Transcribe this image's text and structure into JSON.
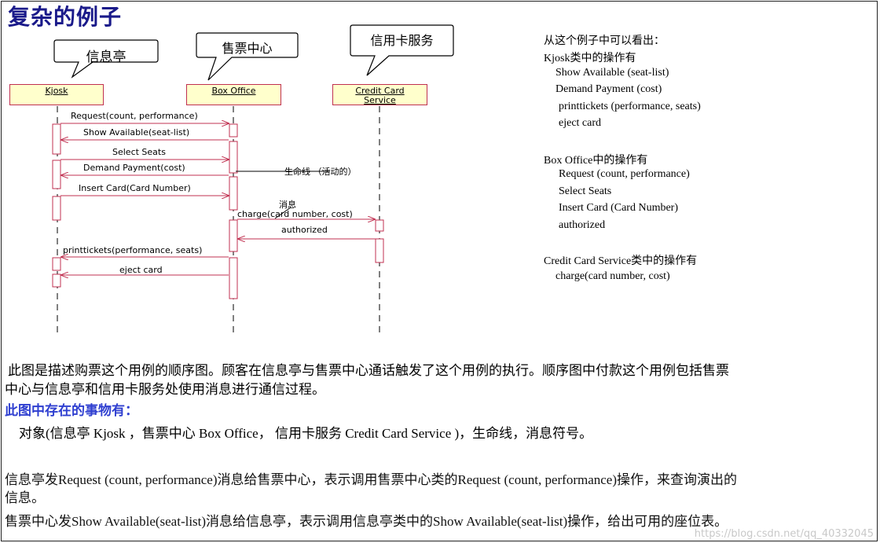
{
  "title": "复杂的例子",
  "callouts": {
    "kiosk": "信息亭",
    "box_office": "售票中心",
    "credit_card": "信用卡服务"
  },
  "objects": {
    "kiosk": "Kjosk",
    "box_office": "Box Office",
    "credit_line1": "Credit Card",
    "credit_line2": "Service"
  },
  "messages": [
    "Request(count, performance)",
    "Show Available(seat-list)",
    "Select Seats",
    "Demand Payment(cost)",
    "Insert Card(Card Number)",
    "charge(card number, cost)",
    "authorized",
    "printtickets(performance, seats)",
    "eject card"
  ],
  "notes": {
    "lifeline": "生命线 （活动的）",
    "message": "消息"
  },
  "right_panel": {
    "intro": "从这个例子中可以看出：",
    "kiosk_header": "Kjosk类中的操作有",
    "kiosk_ops": [
      "Show Available (seat-list)",
      "Demand Payment (cost)",
      "printtickets (performance, seats)",
      "eject card"
    ],
    "box_header": "Box Office中的操作有",
    "box_ops": [
      "Request (count, performance)",
      "Select Seats",
      "Insert Card (Card Number)",
      "authorized"
    ],
    "credit_header": "Credit Card Service类中的操作有",
    "credit_ops": [
      "charge(card number, cost)"
    ]
  },
  "body": {
    "p1_line1": "此图是描述购票这个用例的顺序图。顾客在信息亭与售票中心通话触发了这个用例的执行。顺序图中付款这个用例包括售票",
    "p1_line2": "中心与信息亭和信用卡服务处使用消息进行通信过程。",
    "things_header": "此图中存在的事物有：",
    "things": "对象(信息亭 Kjosk ，售票中心 Box Office， 信用卡服务 Credit Card Service )，生命线，消息符号。",
    "p2_line1": "信息亭发Request (count, performance)消息给售票中心，表示调用售票中心类的Request (count, performance)操作，来查询演出的",
    "p2_line2": "信息。",
    "p3": "售票中心发Show Available(seat-list)消息给信息亭，表示调用信息亭类中的Show Available(seat-list)操作，给出可用的座位表。"
  },
  "watermark": "https://blog.csdn.net/qq_40332045",
  "colors": {
    "title": "#1a1a8a",
    "line": "#c03050",
    "object_fill": "#ffffcc",
    "highlight": "#2f3fd0"
  }
}
